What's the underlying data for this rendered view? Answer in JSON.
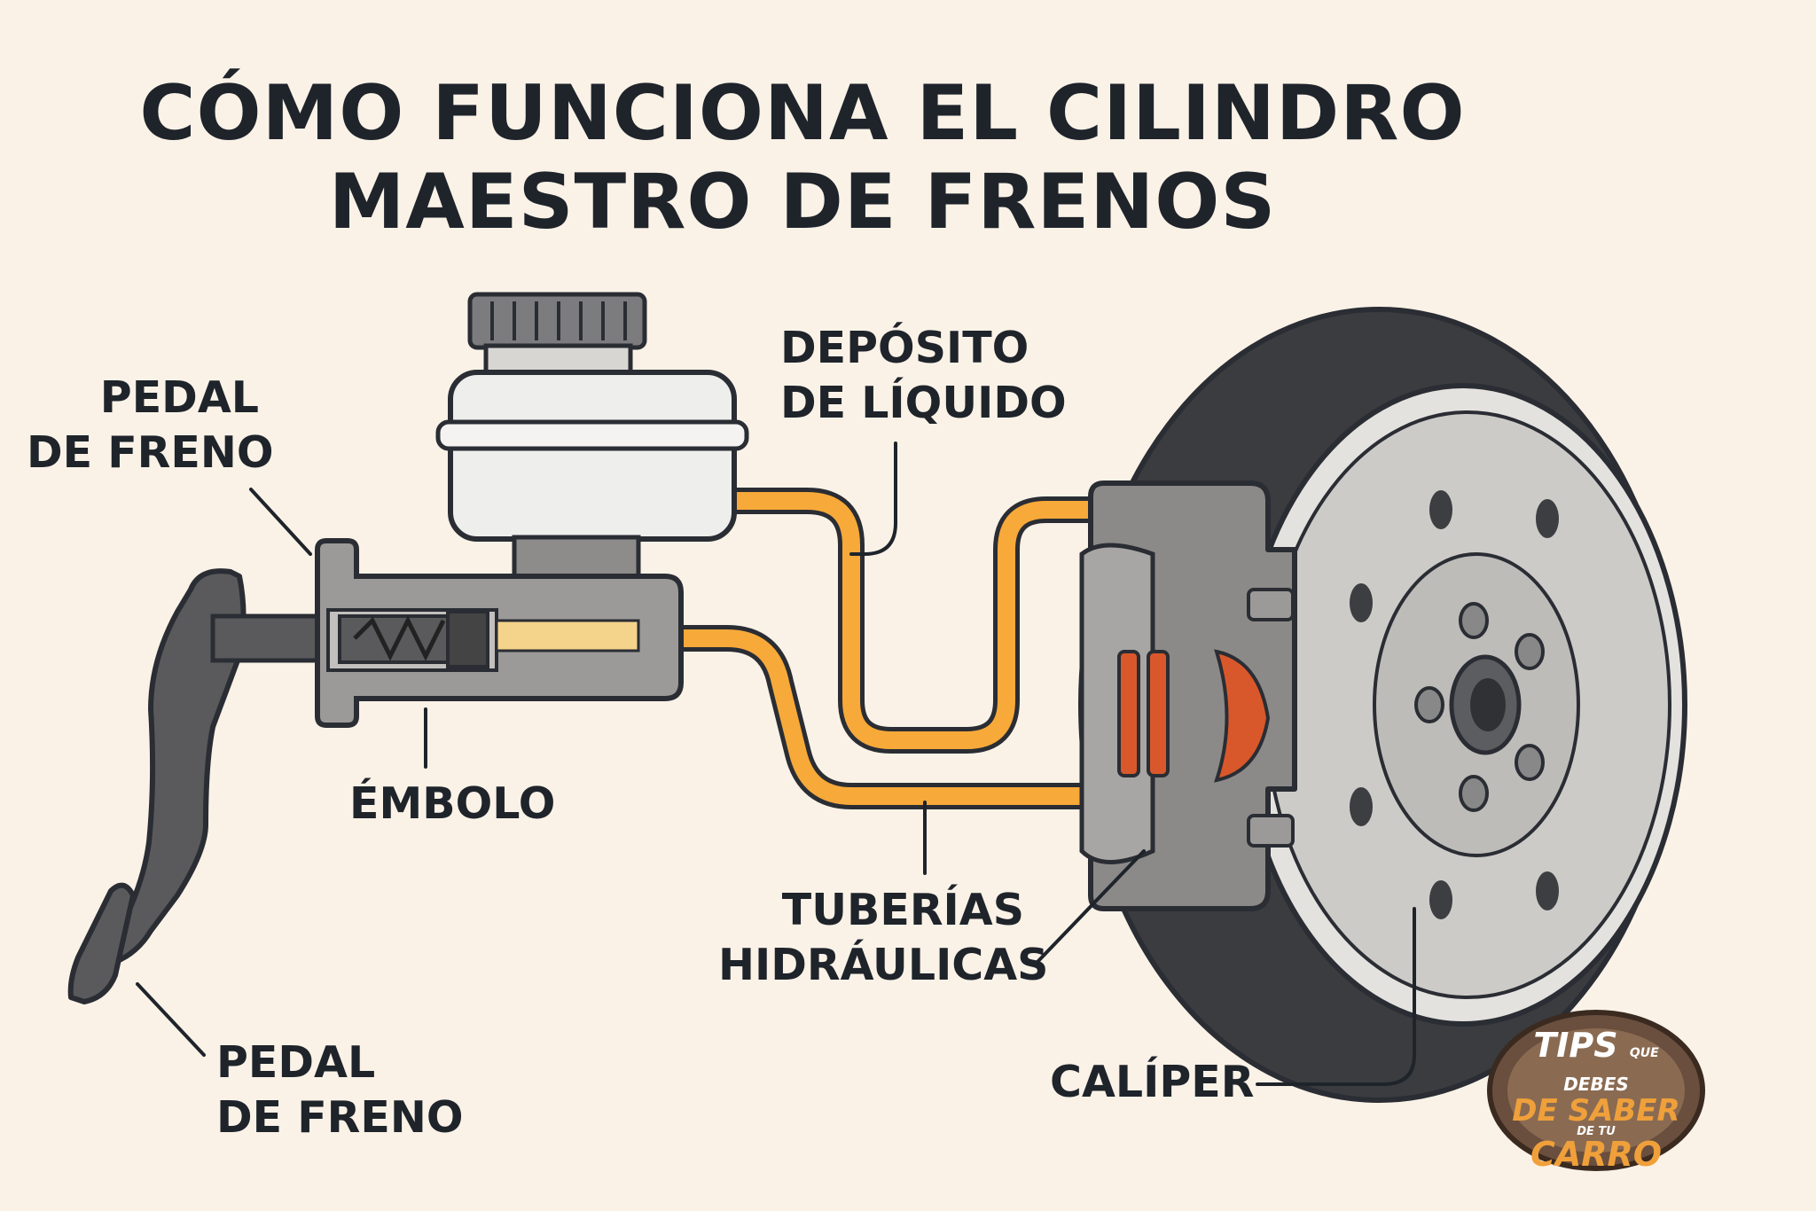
{
  "title": {
    "line1": "CÓMO FUNCIONA EL CILINDRO",
    "line2": "MAESTRO DE FRENOS"
  },
  "labels": {
    "pedal_top": {
      "line1": "PEDAL",
      "line2": "DE FRENO"
    },
    "pedal_bottom": {
      "line1": "PEDAL",
      "line2": "DE FRENO"
    },
    "embolo": "ÉMBOLO",
    "deposito": {
      "line1": "DEPÓSITO",
      "line2": "DE LÍQUIDO"
    },
    "tuberias": {
      "line1": "TUBERÍAS",
      "line2": "HIDRÁULICAS"
    },
    "caliper": "CALÍPER"
  },
  "logo": {
    "line1": "TIPS",
    "small1": "QUE",
    "small2": "DEBES",
    "line2": "DE SABER",
    "small3": "DE TU",
    "line3": "CARRO"
  },
  "colors": {
    "background": "#faf2e7",
    "outline": "#2a2d33",
    "metal": "#9c9a98",
    "metal_light": "#c2c0bd",
    "pedal": "#5a5a5c",
    "fluid_line": "#f7a93a",
    "brake_pad": "#d9582b",
    "tire": "#434548",
    "reservoir": "#eeeeec"
  }
}
